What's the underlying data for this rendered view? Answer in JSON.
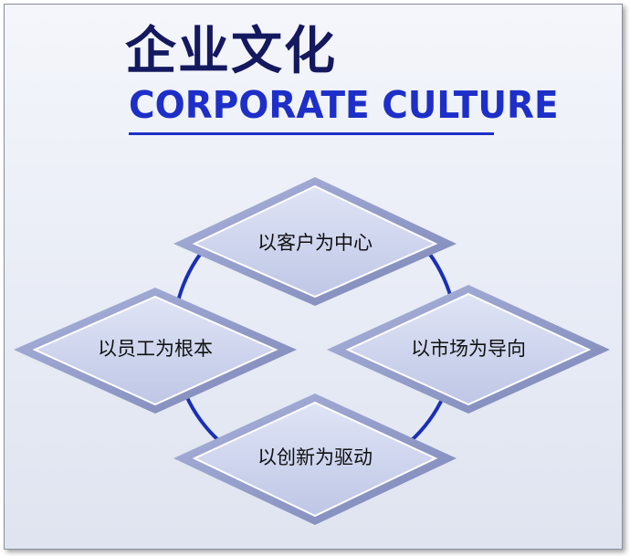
{
  "title": {
    "chinese": "企业文化",
    "english": "CORPORATE CULTURE"
  },
  "nodes": [
    {
      "id": "top",
      "label": "以客户为中心"
    },
    {
      "id": "left",
      "label": "以员工为根本"
    },
    {
      "id": "right",
      "label": "以市场为导向"
    },
    {
      "id": "bottom",
      "label": "以创新为驱动"
    }
  ],
  "colors": {
    "title_dark": "#14185e",
    "title_blue": "#1d2fc8",
    "ring": "#1a2fb8",
    "diamond_fill": "#c9d0ea",
    "diamond_border": "#8a93c0"
  }
}
